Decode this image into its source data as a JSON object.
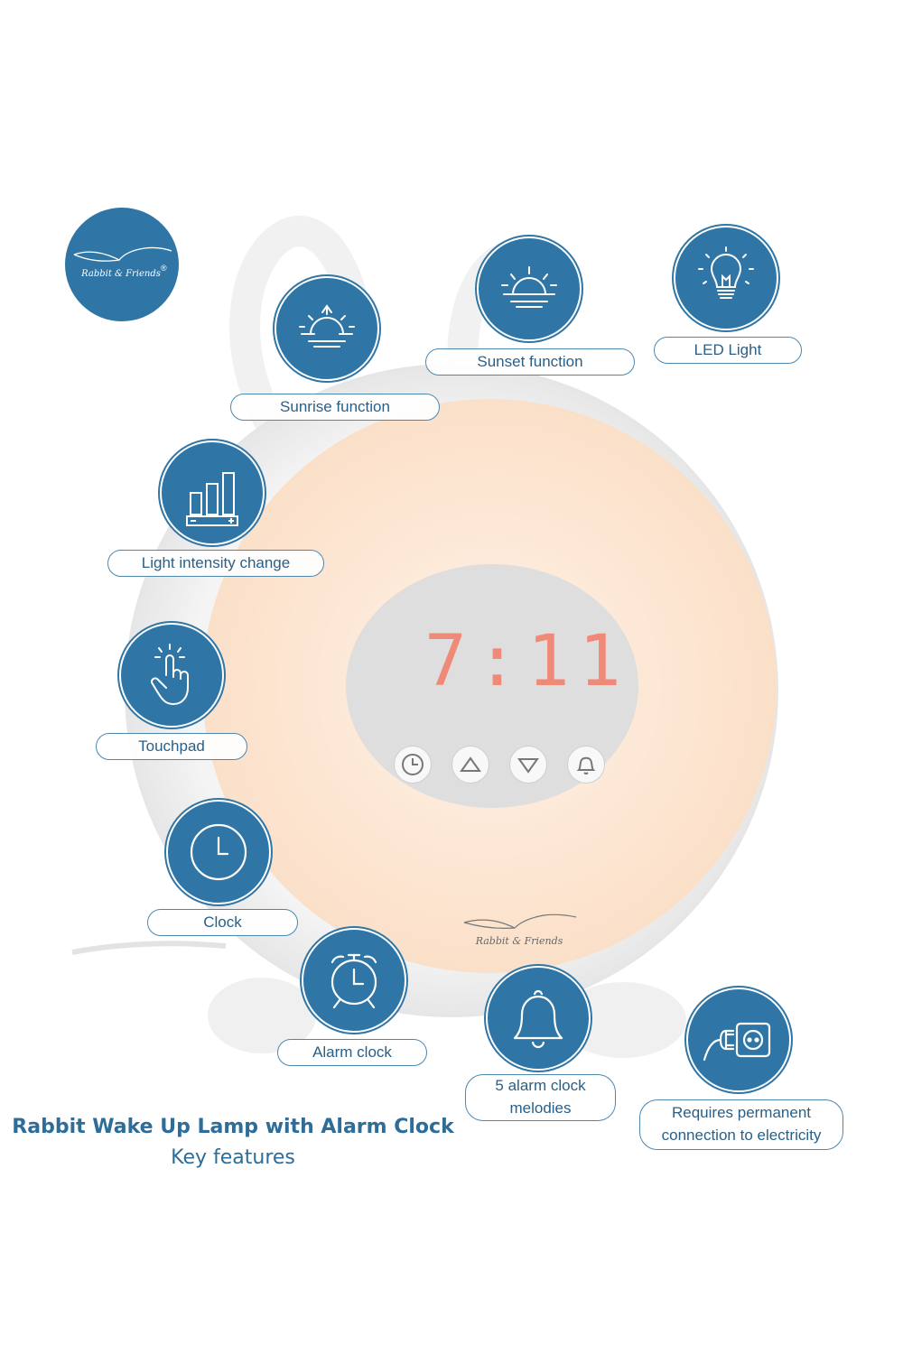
{
  "brand": {
    "name": "Rabbit & Friends",
    "mark": "®",
    "lamp_label": "Rabbit & Friends"
  },
  "display": {
    "time": "7:11"
  },
  "features": [
    {
      "label": "Sunrise function",
      "icon": "sunrise-icon"
    },
    {
      "label": "Sunset function",
      "icon": "sunset-icon"
    },
    {
      "label": "LED Light",
      "icon": "light-bulb-icon"
    },
    {
      "label": "Light intensity change",
      "icon": "intensity-bars-icon"
    },
    {
      "label": "Touchpad",
      "icon": "touch-hand-icon"
    },
    {
      "label": "Clock",
      "icon": "clock-icon"
    },
    {
      "label": "Alarm clock",
      "icon": "alarm-clock-icon"
    },
    {
      "label_lines": [
        "5 alarm clock",
        "melodies"
      ],
      "icon": "bell-icon"
    },
    {
      "label_lines": [
        "Requires permanent",
        "connection to electricity"
      ],
      "icon": "plug-socket-icon"
    }
  ],
  "heading": {
    "title": "Rabbit Wake Up Lamp with Alarm Clock",
    "subtitle": "Key features"
  },
  "colors": {
    "accent": "#2f76a6",
    "glow": "#fbe3cf",
    "digits": "#f08a78"
  }
}
